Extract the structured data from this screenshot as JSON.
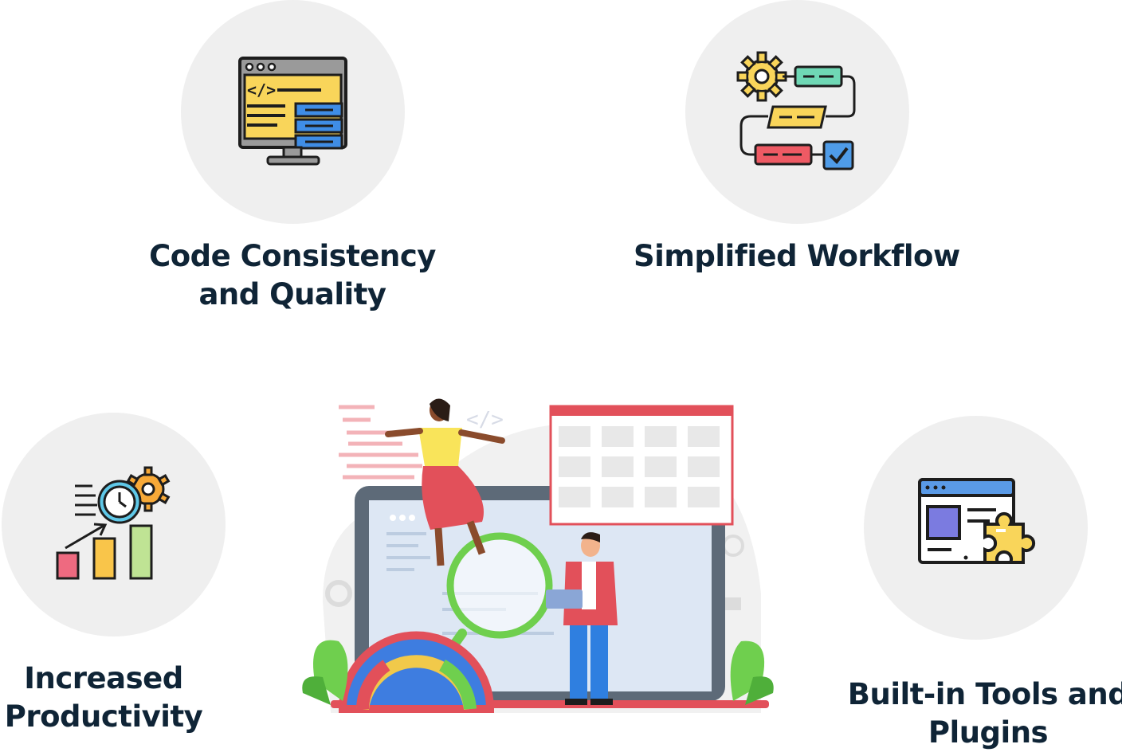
{
  "features": [
    {
      "id": "code",
      "title_line1": "Code Consistency",
      "title_line2": "and Quality",
      "icon": "code-monitor-icon"
    },
    {
      "id": "workflow",
      "title_line1": "Simplified Workflow",
      "title_line2": "",
      "icon": "workflow-icon"
    },
    {
      "id": "productivity",
      "title_line1": "Increased",
      "title_line2": "Productivity",
      "icon": "productivity-chart-icon"
    },
    {
      "id": "tools",
      "title_line1": "Built-in Tools and",
      "title_line2": "Plugins",
      "icon": "puzzle-plugin-icon"
    }
  ],
  "illustration": {
    "code_tag": "</>"
  },
  "colors": {
    "heading": "#0f2436",
    "circle_bg": "#efefef",
    "yellow": "#f9d55a",
    "blue": "#3f8de6",
    "mint": "#6fd8b5",
    "red": "#ee5a64",
    "green": "#7ed36c",
    "purple": "#7b7be0",
    "outline": "#1d1d1d"
  }
}
